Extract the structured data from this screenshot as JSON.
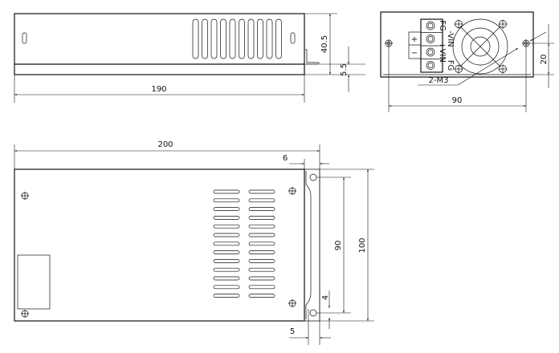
{
  "dimensions": {
    "side_length": "190",
    "side_height": "40.5",
    "side_base": "5.5",
    "front_hole_spacing": "90",
    "front_hole_height": "20",
    "front_screw_label": "2-M3",
    "top_length": "200",
    "bracket_width": "6",
    "bracket_hole_spacing": "90",
    "top_depth": "100",
    "bracket_hole_offset": "4",
    "bracket_hole_edge": "5"
  },
  "terminal": {
    "labels": [
      "FG",
      "-VIN",
      "+VIN",
      "FG"
    ],
    "plus": "+",
    "minus": "−"
  }
}
